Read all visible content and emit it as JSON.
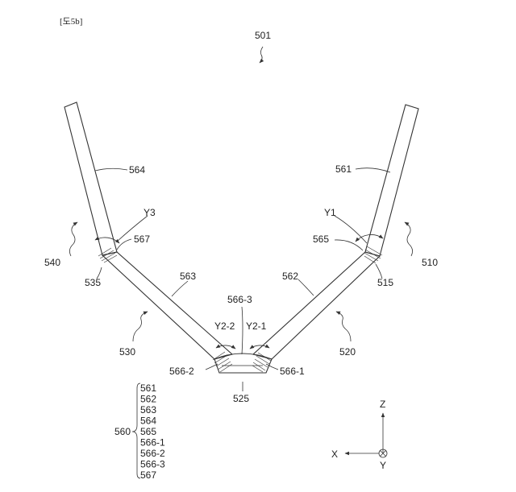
{
  "figure_label": "[도5b]",
  "ref": {
    "r501": "501",
    "r564": "564",
    "r561": "561",
    "r540": "540",
    "r510": "510",
    "r535": "535",
    "r515": "515",
    "rY3": "Y3",
    "rY1": "Y1",
    "r567": "567",
    "r565": "565",
    "r563": "563",
    "r562": "562",
    "r566_3": "566-3",
    "rY2_2": "Y2-2",
    "rY2_1": "Y2-1",
    "r530": "530",
    "r520": "520",
    "r566_2": "566-2",
    "r566_1": "566-1",
    "r525": "525"
  },
  "group": {
    "label": "560",
    "items": [
      "561",
      "562",
      "563",
      "564",
      "565",
      "566-1",
      "566-2",
      "566-3",
      "567"
    ]
  },
  "axes": {
    "z": "Z",
    "x": "X",
    "y": "Y"
  }
}
